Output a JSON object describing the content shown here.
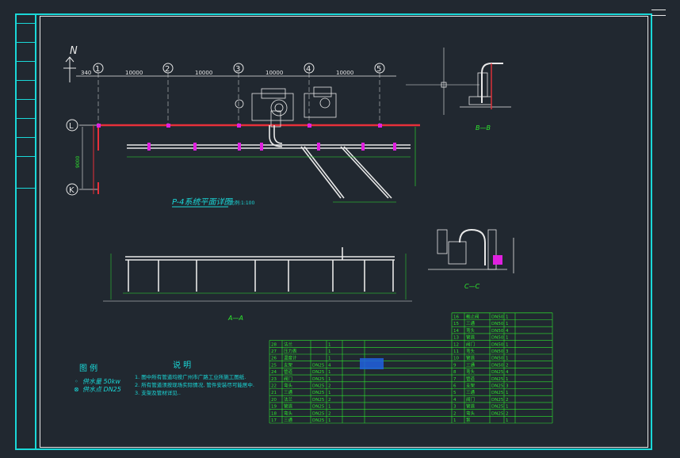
{
  "north": "N",
  "axes": [
    {
      "label": "1"
    },
    {
      "label": "2"
    },
    {
      "label": "3"
    },
    {
      "label": "4"
    },
    {
      "label": "5"
    }
  ],
  "dims": {
    "d0": "340",
    "d1": "10000",
    "d2": "10000",
    "d3": "10000",
    "d4": "10000",
    "ky": "9000"
  },
  "rows": {
    "L": "L",
    "K": "K"
  },
  "plan_title": "P-4系统平面详图",
  "plan_scale": "比例:1:100",
  "section_aa": "A—A",
  "section_bb": "B—B",
  "section_cc": "C—C",
  "legend": {
    "title": "图  例",
    "items": [
      {
        "symbol": "◦",
        "text": "供水量 50kw"
      },
      {
        "symbol": "⊗",
        "text": "供水点 DN25"
      }
    ]
  },
  "notes": {
    "title": "说  明",
    "lines": [
      "1. 图中所有管道均按广州市广路工业所施工图纸.",
      "2. 所有管道须按现场实际情况, 管件安装尽可能居中.",
      "3. 支架及管材详见.."
    ]
  },
  "table_rows": [
    {
      "no": "16",
      "name": "截止阀",
      "spec": "DN50",
      "qty": "1",
      "no2": "",
      "name2": "",
      "spec2": "",
      "qty2": ""
    },
    {
      "no": "15",
      "name": "三通",
      "spec": "DN50",
      "qty": "1",
      "no2": "",
      "name2": "",
      "spec2": "",
      "qty2": ""
    },
    {
      "no": "14",
      "name": "弯头",
      "spec": "DN50",
      "qty": "4",
      "no2": "",
      "name2": "",
      "spec2": "",
      "qty2": ""
    },
    {
      "no": "13",
      "name": "管道",
      "spec": "DN50",
      "qty": "1",
      "no2": "",
      "name2": "",
      "spec2": "",
      "qty2": ""
    },
    {
      "no": "28",
      "name": "法兰",
      "spec": "",
      "qty": "1",
      "no2": "12",
      "name2": "阀门",
      "spec2": "DN50",
      "qty2": "1"
    },
    {
      "no": "27",
      "name": "压力表",
      "spec": "",
      "qty": "1",
      "no2": "11",
      "name2": "弯头",
      "spec2": "DN50",
      "qty2": "3"
    },
    {
      "no": "26",
      "name": "温度计",
      "spec": "",
      "qty": "1",
      "no2": "10",
      "name2": "管道",
      "spec2": "DN50",
      "qty2": "1"
    },
    {
      "no": "25",
      "name": "支架",
      "spec": "DN25",
      "qty": "4",
      "no2": "9",
      "name2": "三通",
      "spec2": "DN50",
      "qty2": "2"
    },
    {
      "no": "24",
      "name": "管道",
      "spec": "DN25",
      "qty": "1",
      "no2": "8",
      "name2": "弯头",
      "spec2": "DN25",
      "qty2": "4"
    },
    {
      "no": "23",
      "name": "阀门",
      "spec": "DN25",
      "qty": "1",
      "no2": "7",
      "name2": "管道",
      "spec2": "DN25",
      "qty2": "1"
    },
    {
      "no": "22",
      "name": "弯头",
      "spec": "DN25",
      "qty": "2",
      "no2": "6",
      "name2": "支架",
      "spec2": "DN25",
      "qty2": "3"
    },
    {
      "no": "21",
      "name": "三通",
      "spec": "DN25",
      "qty": "1",
      "no2": "5",
      "name2": "三通",
      "spec2": "DN25",
      "qty2": "1"
    },
    {
      "no": "20",
      "name": "法兰",
      "spec": "DN25",
      "qty": "2",
      "no2": "4",
      "name2": "阀门",
      "spec2": "DN25",
      "qty2": "2"
    },
    {
      "no": "19",
      "name": "管道",
      "spec": "DN25",
      "qty": "1",
      "no2": "3",
      "name2": "管道",
      "spec2": "DN25",
      "qty2": "1"
    },
    {
      "no": "18",
      "name": "弯头",
      "spec": "DN25",
      "qty": "2",
      "no2": "2",
      "name2": "弯头",
      "spec2": "DN25",
      "qty2": "2"
    },
    {
      "no": "17",
      "name": "三通",
      "spec": "DN25",
      "qty": "1",
      "no2": "1",
      "name2": "泵",
      "spec2": "",
      "qty2": "1"
    }
  ],
  "colors": {
    "frame": "#1ad8d8",
    "pipe": "#e8e8e8",
    "wall": "#e8303a",
    "table": "#2ee82e",
    "dim": "#2ee82e",
    "highlight": "#2060e0",
    "magenta": "#e020e0"
  }
}
